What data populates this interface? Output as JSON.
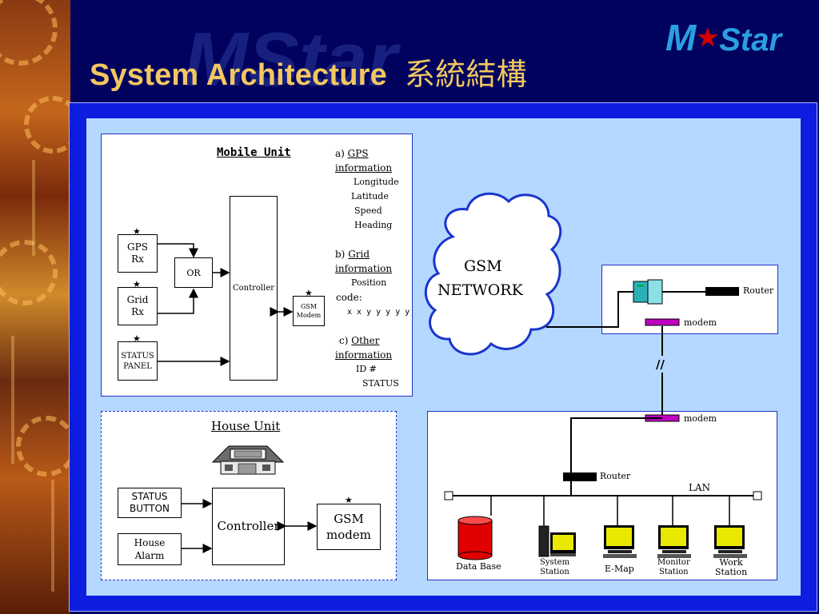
{
  "slide": {
    "title": "System Architecture",
    "title_zh": "系統結構",
    "logo": {
      "left": "M",
      "star": "★",
      "right": "Star"
    },
    "colors": {
      "background": "#01025e",
      "title": "#f2c761",
      "logo": "#2a9ee0",
      "logo_star": "#d40000",
      "frame": "#0d1de0",
      "canvas": "#b4d8ff",
      "panel_border": "#2233cc"
    }
  },
  "mobile_unit": {
    "heading": "Mobile Unit",
    "blocks": {
      "gps": "GPS\nRx",
      "grid": "Grid\nRx",
      "status_panel": "STATUS\nPANEL",
      "or": "OR",
      "controller": "Controller",
      "gsm_modem": "GSM\nModem"
    },
    "marker": "★",
    "info": {
      "a_label": "a)",
      "a_title_1": "GPS",
      "a_title_2": "information",
      "a_items": [
        "Longitude",
        "Latitude",
        "Speed",
        "Heading"
      ],
      "b_label": "b)",
      "b_title_1": "Grid",
      "b_title_2": "information",
      "b_items": [
        "Position",
        "code:",
        "x x y y y y y"
      ],
      "c_label": "c)",
      "c_title_1": "Other",
      "c_title_2": "information",
      "c_items": [
        "ID #",
        "STATUS"
      ]
    }
  },
  "house_unit": {
    "heading": "House Unit",
    "blocks": {
      "status_button": "STATUS\nBUTTON",
      "house_alarm": "House\nAlarm",
      "controller": "Controller",
      "gsm_modem": "GSM\nmodem"
    },
    "marker": "★"
  },
  "network": {
    "cloud_label_1": "GSM",
    "cloud_label_2": "NETWORK",
    "remote_router": "Router",
    "remote_modem": "modem",
    "link_break": "//",
    "center_modem": "modem",
    "center_router": "Router",
    "lan": "LAN",
    "nodes": [
      "Data Base",
      "System\nStation",
      "E-Map",
      "Monitor\nStation",
      "Work\nStation"
    ]
  }
}
